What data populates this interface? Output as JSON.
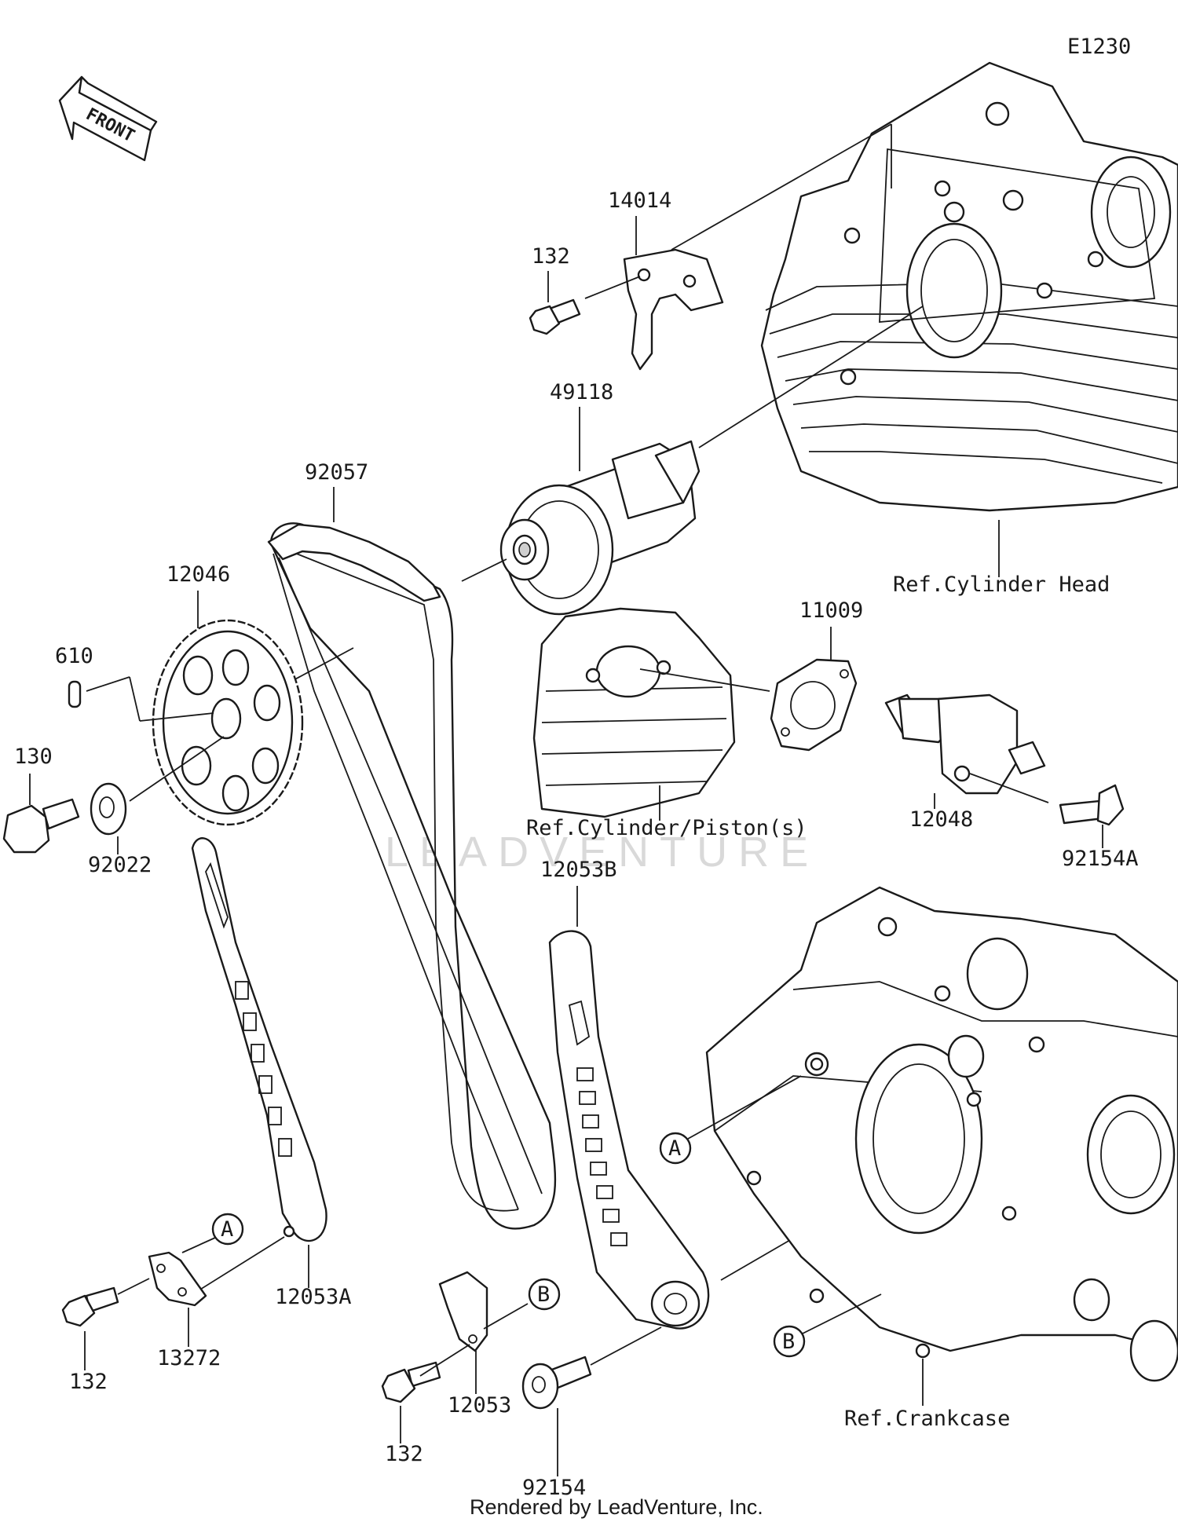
{
  "diagram_id": "E1230",
  "front_arrow_label": "FRONT",
  "part_labels": {
    "p14014": "14014",
    "p132_top": "132",
    "p49118": "49118",
    "p92057": "92057",
    "p12046": "12046",
    "p610": "610",
    "p130": "130",
    "p92022": "92022",
    "p11009": "11009",
    "p12048": "12048",
    "p92154A": "92154A",
    "p12053B": "12053B",
    "p12053A": "12053A",
    "p13272": "13272",
    "p132_left": "132",
    "p132_bottom": "132",
    "p12053": "12053",
    "p92154": "92154"
  },
  "reference_labels": {
    "cylinder_head": "Ref.Cylinder Head",
    "cylinder_piston": "Ref.Cylinder/Piston(s)",
    "crankcase": "Ref.Crankcase"
  },
  "callouts": {
    "a_left": "A",
    "a_right": "A",
    "b_left": "B",
    "b_right": "B"
  },
  "watermark": "LEADVENTURE",
  "footer": "Rendered by LeadVenture, Inc."
}
